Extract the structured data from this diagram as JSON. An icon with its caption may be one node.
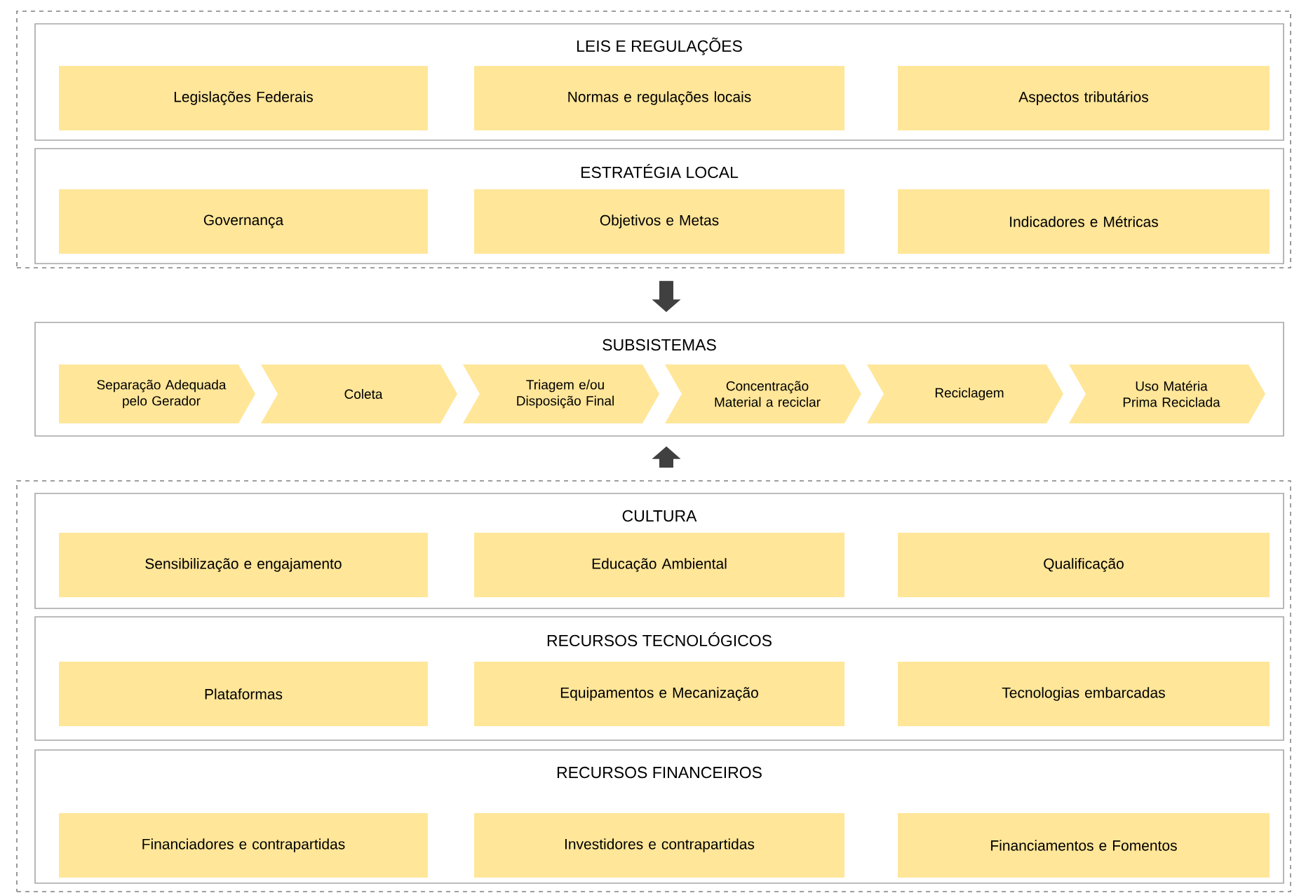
{
  "diagram": {
    "nodes": [
      {
        "text": [],
        "shape": "box"
      },
      {
        "text": [
          "LEIS E REGULAÇÕES"
        ],
        "in": 0
      },
      {
        "text": [
          "Legislações  Federais"
        ],
        "in": 1
      },
      {
        "text": [
          "Normas e regulações locais"
        ],
        "in": 1
      },
      {
        "text": [
          "Aspectos tributários"
        ],
        "in": 1
      },
      {
        "text": [
          "ESTRATÉGIA LOCAL"
        ],
        "in": 0
      },
      {
        "text": [
          "Governança"
        ],
        "in": 5
      },
      {
        "text": [
          "Objetivos e Metas"
        ],
        "in": 5
      },
      {
        "text": [
          "Indicadores e Métricas"
        ],
        "in": 5
      },
      {
        "text": [
          "SUBSISTEMAS"
        ]
      },
      {
        "text": [
          "Separação Adequada pelo Gerador"
        ],
        "in": 9
      },
      {
        "text": [
          "Coleta"
        ],
        "in": 9
      },
      {
        "text": [
          "Triagem e/ou Disposição Final"
        ],
        "in": 9
      },
      {
        "text": [
          "Concentração Material a reciclar"
        ],
        "in": 9
      },
      {
        "text": [
          "Reciclagem"
        ],
        "in": 9
      },
      {
        "text": [
          "Uso Matéria Prima Reciclada"
        ],
        "in": 9
      },
      {
        "text": [],
        "shape": "box"
      },
      {
        "text": [
          "CULTURA"
        ],
        "in": 16
      },
      {
        "text": [
          "Sensibilização e engajamento"
        ],
        "in": 17
      },
      {
        "text": [
          "Educação Ambiental"
        ],
        "in": 17
      },
      {
        "text": [
          "Qualificação"
        ],
        "in": 17
      },
      {
        "text": [
          "RECURSOS TECNOLÓGICOS"
        ],
        "in": 16
      },
      {
        "text": [
          "Plataformas"
        ],
        "in": 21
      },
      {
        "text": [
          "Equipamentos e Mecanização"
        ],
        "in": 21
      },
      {
        "text": [
          "Tecnologias embarcadas"
        ],
        "in": 21
      },
      {
        "text": [
          "RECURSOS FINANCEIROS"
        ],
        "in": 16
      },
      {
        "text": [
          "Financiadores e contrapartidas"
        ],
        "in": 25
      },
      {
        "text": [
          "Investidores e contrapartidas"
        ],
        "in": 25
      },
      {
        "text": [
          "Financiamentos e Fomentos"
        ],
        "in": 25
      }
    ],
    "edges": [
      {
        "from": 0,
        "to": 9,
        "arrow": "to"
      },
      {
        "from": 16,
        "to": 9,
        "arrow": "to"
      }
    ]
  }
}
